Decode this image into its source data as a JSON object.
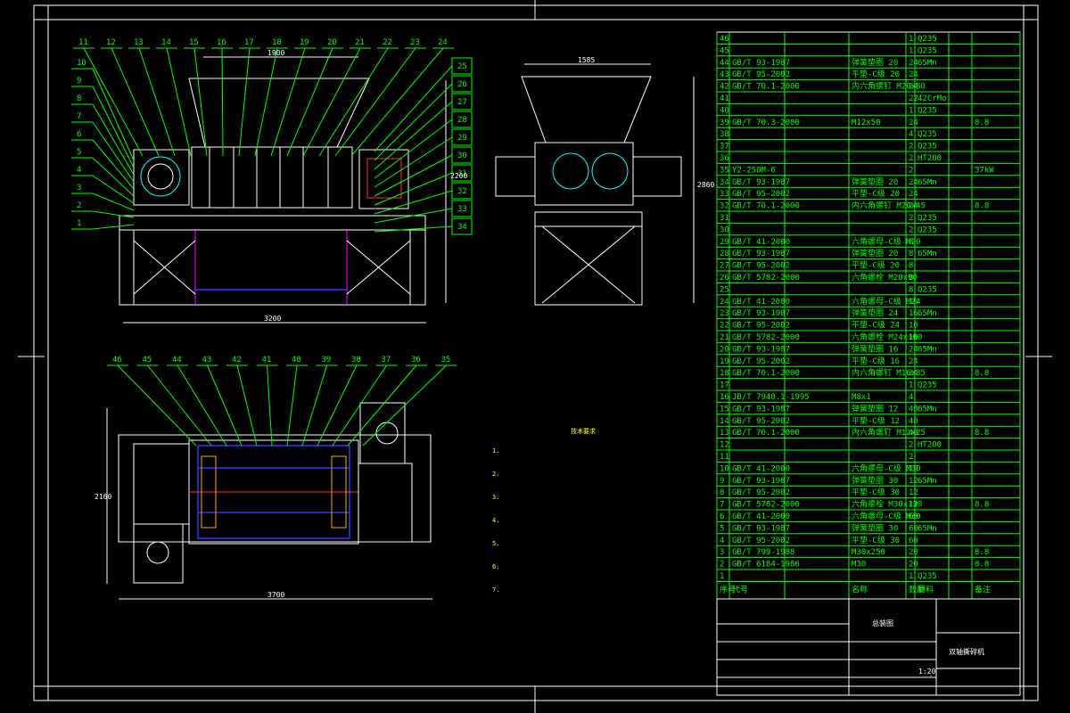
{
  "balloons_top": [
    "11",
    "12",
    "13",
    "14",
    "15",
    "16",
    "17",
    "18",
    "19",
    "20",
    "21",
    "22",
    "23",
    "24"
  ],
  "balloons_left": [
    "10",
    "9",
    "8",
    "7",
    "6",
    "5",
    "4",
    "3",
    "2",
    "1"
  ],
  "balloons_right": [
    "25",
    "26",
    "27",
    "28",
    "29",
    "30",
    "31",
    "32",
    "33",
    "34"
  ],
  "balloons_bottom": [
    "46",
    "45",
    "44",
    "43",
    "42",
    "41",
    "40",
    "39",
    "38",
    "37",
    "36",
    "35"
  ],
  "dims": {
    "front_top": "1900",
    "front_bottom": "3200",
    "front_right": "2200",
    "side_top": "1585",
    "side_right": "2860",
    "plan_left": "2160",
    "plan_bottom": "3700"
  },
  "notes": {
    "title": "技术要求",
    "items": [
      "1.",
      "2.",
      "3.",
      "4.",
      "5.",
      "6.",
      "7."
    ]
  },
  "bom_rows": [
    {
      "no": "46",
      "code": "",
      "name": "",
      "qty": "1",
      "mat": "Q235",
      "note": ""
    },
    {
      "no": "45",
      "code": "",
      "name": "",
      "qty": "1",
      "mat": "Q235",
      "note": ""
    },
    {
      "no": "44",
      "code": "GB/T 93-1987",
      "name": "弹簧垫圈 20",
      "qty": "24",
      "mat": "65Mn",
      "note": ""
    },
    {
      "no": "43",
      "code": "GB/T 95-2002",
      "name": "平垫-C级 20",
      "qty": "24",
      "mat": "",
      "note": ""
    },
    {
      "no": "42",
      "code": "GB/T 70.1-2000",
      "name": "内六角螺钉 M20x80",
      "qty": "24",
      "mat": "",
      "note": ""
    },
    {
      "no": "41",
      "code": "",
      "name": "",
      "qty": "22",
      "mat": "42CrMo",
      "note": ""
    },
    {
      "no": "40",
      "code": "",
      "name": "",
      "qty": "1",
      "mat": "Q235",
      "note": ""
    },
    {
      "no": "39",
      "code": "GB/T 70.3-2000",
      "name": "M12x50",
      "qty": "24",
      "mat": "",
      "note": "8.8"
    },
    {
      "no": "38",
      "code": "",
      "name": "",
      "qty": "4",
      "mat": "Q235",
      "note": ""
    },
    {
      "no": "37",
      "code": "",
      "name": "",
      "qty": "2",
      "mat": "Q235",
      "note": ""
    },
    {
      "no": "36",
      "code": "",
      "name": "",
      "qty": "2",
      "mat": "HT200",
      "note": ""
    },
    {
      "no": "35",
      "code": "Y2-250M-6",
      "name": "",
      "qty": "2",
      "mat": "",
      "note": "37kW"
    },
    {
      "no": "34",
      "code": "GB/T 93-1987",
      "name": "弹簧垫圈 20",
      "qty": "24",
      "mat": "65Mn",
      "note": ""
    },
    {
      "no": "33",
      "code": "GB/T 95-2002",
      "name": "平垫-C级 20",
      "qty": "24",
      "mat": "",
      "note": ""
    },
    {
      "no": "32",
      "code": "GB/T 70.1-2000",
      "name": "内六角螺钉 M20x45",
      "qty": "24",
      "mat": "",
      "note": "8.8"
    },
    {
      "no": "31",
      "code": "",
      "name": "",
      "qty": "2",
      "mat": "Q235",
      "note": ""
    },
    {
      "no": "30",
      "code": "",
      "name": "",
      "qty": "2",
      "mat": "Q235",
      "note": ""
    },
    {
      "no": "29",
      "code": "GB/T 41-2000",
      "name": "六角螺母-C级 M20",
      "qty": "8",
      "mat": "",
      "note": ""
    },
    {
      "no": "28",
      "code": "GB/T 93-1987",
      "name": "弹簧垫圈 20",
      "qty": "8",
      "mat": "65Mn",
      "note": ""
    },
    {
      "no": "27",
      "code": "GB/T 95-2002",
      "name": "平垫-C级 20",
      "qty": "8",
      "mat": "",
      "note": ""
    },
    {
      "no": "26",
      "code": "GB/T 5782-2000",
      "name": "六角螺栓 M20x90",
      "qty": "8",
      "mat": "",
      "note": ""
    },
    {
      "no": "25",
      "code": "",
      "name": "",
      "qty": "8",
      "mat": "Q235",
      "note": ""
    },
    {
      "no": "24",
      "code": "GB/T 41-2000",
      "name": "六角螺母-C级 M24",
      "qty": "16",
      "mat": "",
      "note": ""
    },
    {
      "no": "23",
      "code": "GB/T 93-1987",
      "name": "弹簧垫圈 24",
      "qty": "16",
      "mat": "65Mn",
      "note": ""
    },
    {
      "no": "22",
      "code": "GB/T 95-2002",
      "name": "平垫-C级 24",
      "qty": "16",
      "mat": "",
      "note": ""
    },
    {
      "no": "21",
      "code": "GB/T 5782-2000",
      "name": "六角螺栓 M24x100",
      "qty": "16",
      "mat": "",
      "note": ""
    },
    {
      "no": "20",
      "code": "GB/T 93-1987",
      "name": "弹簧垫圈 16",
      "qty": "24",
      "mat": "65Mn",
      "note": ""
    },
    {
      "no": "19",
      "code": "GB/T 95-2002",
      "name": "平垫-C级 16",
      "qty": "24",
      "mat": "",
      "note": ""
    },
    {
      "no": "18",
      "code": "GB/T 70.1-2000",
      "name": "内六角螺钉 M16x35",
      "qty": "24",
      "mat": "",
      "note": "8.8"
    },
    {
      "no": "17",
      "code": "",
      "name": "",
      "qty": "1",
      "mat": "Q235",
      "note": ""
    },
    {
      "no": "16",
      "code": "JB/T 7940.1-1995",
      "name": "M8x1",
      "qty": "4",
      "mat": "",
      "note": ""
    },
    {
      "no": "15",
      "code": "GB/T 93-1987",
      "name": "弹簧垫圈 12",
      "qty": "48",
      "mat": "65Mn",
      "note": ""
    },
    {
      "no": "14",
      "code": "GB/T 95-2002",
      "name": "平垫-C级 12",
      "qty": "48",
      "mat": "",
      "note": ""
    },
    {
      "no": "13",
      "code": "GB/T 70.1-2000",
      "name": "内六角螺钉 M12x25",
      "qty": "48",
      "mat": "",
      "note": "8.8"
    },
    {
      "no": "12",
      "code": "",
      "name": "",
      "qty": "2",
      "mat": "HT200",
      "note": ""
    },
    {
      "no": "11",
      "code": "",
      "name": "",
      "qty": "2",
      "mat": "",
      "note": ""
    },
    {
      "no": "10",
      "code": "GB/T 41-2000",
      "name": "六角螺母-C级 M30",
      "qty": "12",
      "mat": "",
      "note": ""
    },
    {
      "no": "9",
      "code": "GB/T 93-1987",
      "name": "弹簧垫圈 30",
      "qty": "12",
      "mat": "65Mn",
      "note": ""
    },
    {
      "no": "8",
      "code": "GB/T 95-2002",
      "name": "平垫-C级 30",
      "qty": "12",
      "mat": "",
      "note": ""
    },
    {
      "no": "7",
      "code": "GB/T 5782-2000",
      "name": "六角螺栓 M30x130",
      "qty": "12",
      "mat": "",
      "note": "8.8"
    },
    {
      "no": "6",
      "code": "GB/T 41-2000",
      "name": "六角螺母-C级 M30",
      "qty": "60",
      "mat": "",
      "note": ""
    },
    {
      "no": "5",
      "code": "GB/T 93-1987",
      "name": "弹簧垫圈 30",
      "qty": "60",
      "mat": "65Mn",
      "note": ""
    },
    {
      "no": "4",
      "code": "GB/T 95-2002",
      "name": "平垫-C级 30",
      "qty": "60",
      "mat": "",
      "note": ""
    },
    {
      "no": "3",
      "code": "GB/T 799-1988",
      "name": "M30x250",
      "qty": "20",
      "mat": "",
      "note": "8.8"
    },
    {
      "no": "2",
      "code": "GB/T 6184-1986",
      "name": "M30",
      "qty": "20",
      "mat": "",
      "note": "8.8"
    },
    {
      "no": "1",
      "code": "",
      "name": "",
      "qty": "1",
      "mat": "Q235",
      "note": ""
    }
  ],
  "bom_header": {
    "no": "序号",
    "code": "代号",
    "name": "名称",
    "qty": "数量",
    "mat": "材料",
    "note": "备注"
  },
  "title_block": {
    "drawing_title": "总装图",
    "machine_name": "双轴撕碎机",
    "scale": "1:20"
  }
}
